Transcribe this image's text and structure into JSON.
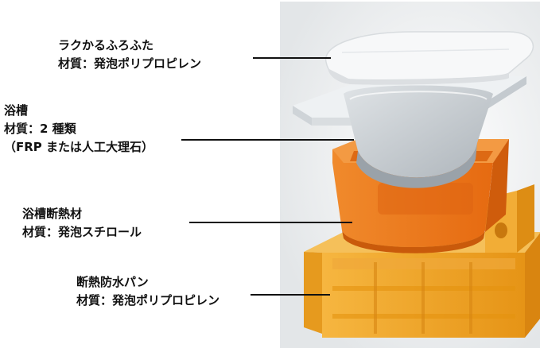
{
  "labels": {
    "lid": {
      "name": "ラクかるふろふた",
      "material": "材質：発泡ポリプロピレン"
    },
    "tub": {
      "name": "浴槽",
      "material": "材質：2 種類",
      "note": "（FRP または人工大理石）"
    },
    "insulation": {
      "name": "浴槽断熱材",
      "material": "材質：発泡スチロール"
    },
    "pan": {
      "name": "断熱防水パン",
      "material": "材質：発泡ポリプロピレン"
    }
  },
  "colors": {
    "text": "#111111",
    "backdrop": "#eef0f1",
    "lid": "#f6f7f8",
    "tub_rim": "#e9ecee",
    "tub_inner": "#c9ced3",
    "insulation": "#ef7c1f",
    "insulation_dark": "#d9620f",
    "pan": "#f3a62c",
    "pan_dark": "#e08b12"
  }
}
